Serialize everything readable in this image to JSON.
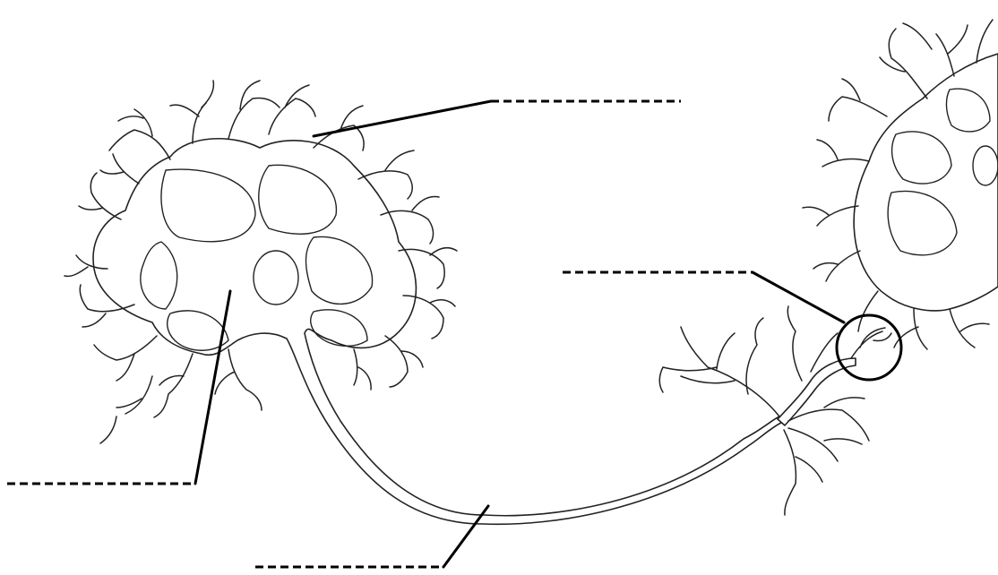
{
  "diagram": {
    "labels": [
      {
        "id": "dendrite",
        "text": ""
      },
      {
        "id": "cell-body",
        "text": ""
      },
      {
        "id": "synapse",
        "text": ""
      },
      {
        "id": "axon",
        "text": ""
      }
    ],
    "colors": {
      "line": "#000000",
      "background": "#ffffff"
    }
  }
}
